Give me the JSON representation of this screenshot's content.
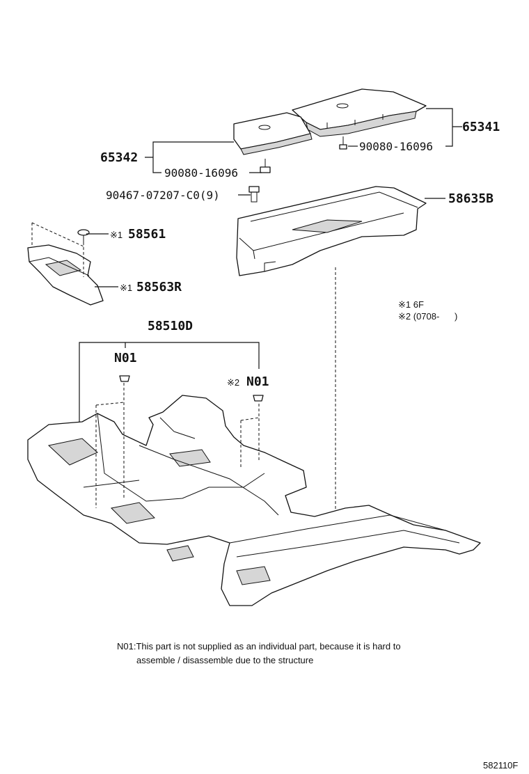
{
  "labels": {
    "p65341": "65341",
    "p65342": "65342",
    "bolt_right": "90080-16096",
    "bolt_left": "90080-16096",
    "clip": "90467-07207-C0(9)",
    "p58635b": "58635B",
    "p58561": "58561",
    "p58563r": "58563R",
    "p58510d": "58510D",
    "n01_left": "N01",
    "n01_right": "N01",
    "mark1_a": "※1",
    "mark1_b": "※1",
    "mark2": "※2"
  },
  "legend": {
    "line1": "※1 6F",
    "line2": "※2 (0708-      )"
  },
  "note": {
    "line1": "N01:This part is not supplied as an individual part, because it is hard to",
    "line2": "assemble / disassemble due to the structure"
  },
  "reference": "582110F"
}
